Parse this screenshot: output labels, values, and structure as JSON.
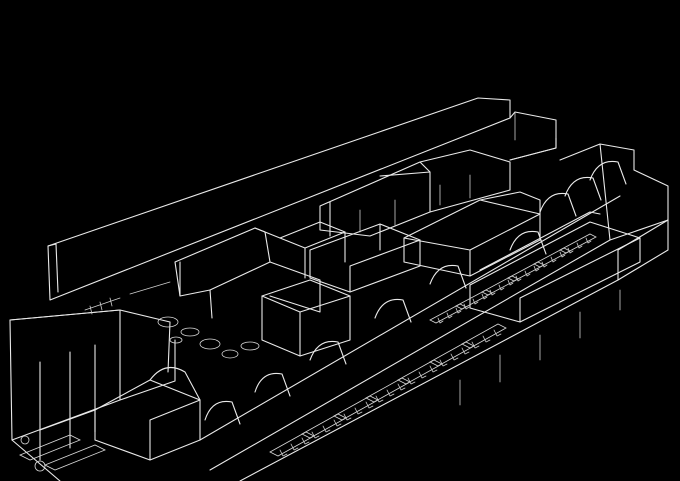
{
  "drawing": {
    "style": "white-line isometric sketch",
    "background_color": "#000000",
    "line_color": "#e9e9e9",
    "repeated_desk_rows_front_wing": 7,
    "repeated_desk_rows_rear_wing": 6,
    "barrel_vault_count": 9
  }
}
